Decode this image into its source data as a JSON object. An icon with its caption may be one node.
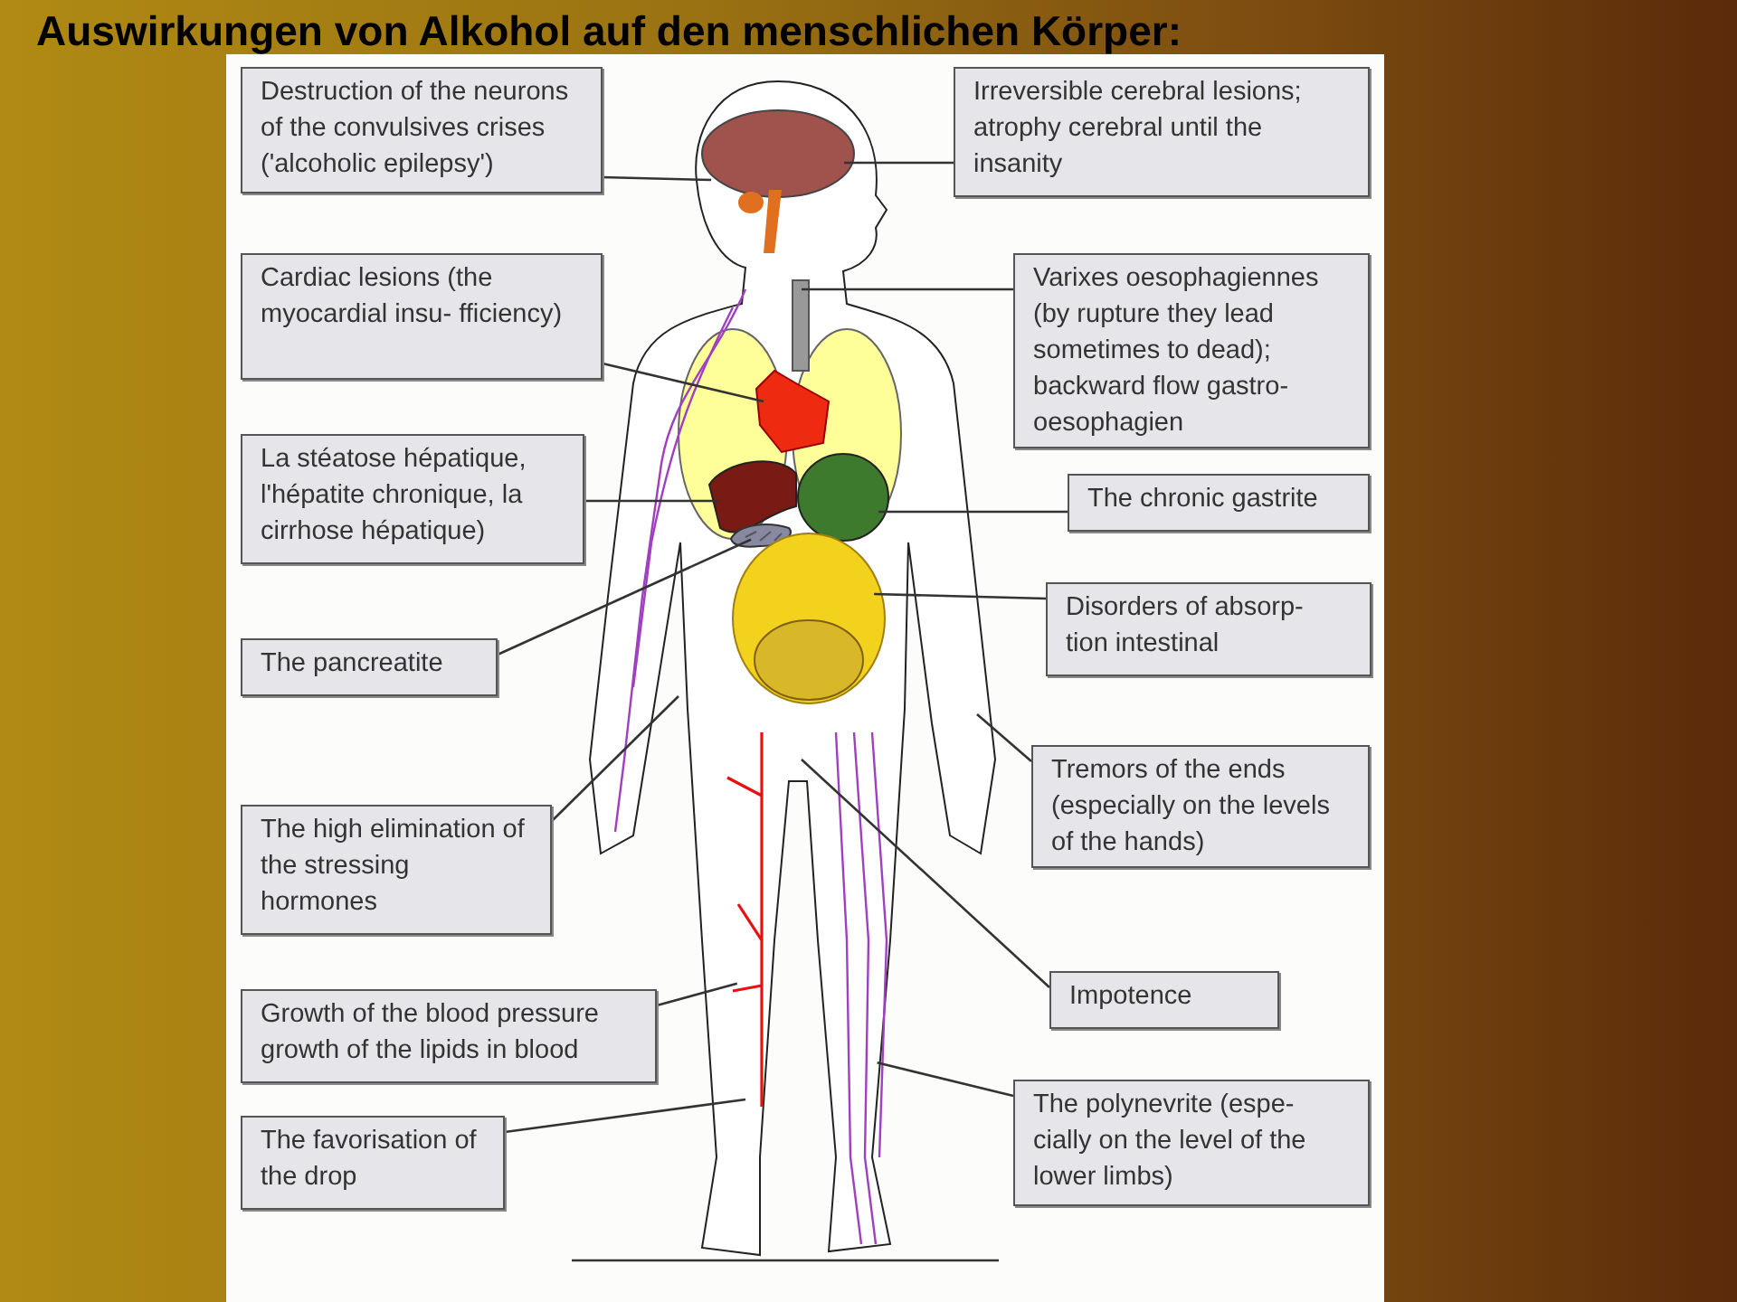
{
  "diagram": {
    "title": "Auswirkungen von Alkohol auf den menschlichen Körper:",
    "nodes": [
      {
        "text": [
          "Destruction of the neurons of the convulsives crises ('alcoholic epilepsy')"
        ]
      },
      {
        "text": [
          "Irreversible cerebral lesions; atrophy cerebral until the insanity"
        ]
      },
      {
        "text": [
          "Cardiac lesions (the myocardial insu- fficiency)"
        ]
      },
      {
        "text": [
          "Varixes oesophagiennes (by rupture they lead sometimes to dead); backward flow gastro-oesophagien"
        ]
      },
      {
        "text": [
          "La stéatose hépatique, l'hépatite chronique, la cirrhose hépatique)"
        ]
      },
      {
        "text": [
          "The chronic gastrite"
        ]
      },
      {
        "text": [
          "Disorders of absorp- tion intestinal"
        ]
      },
      {
        "text": [
          "The pancreatite"
        ]
      },
      {
        "text": [
          "Tremors of the ends (especially on the levels of the hands)"
        ]
      },
      {
        "text": [
          "The high elimination of the stressing hormones"
        ]
      },
      {
        "text": [
          "Impotence"
        ]
      },
      {
        "text": [
          "Growth of the blood pressure growth of the lipids in blood"
        ]
      },
      {
        "text": [
          "The polynevrite (espe- cially on the level of the lower limbs)"
        ]
      },
      {
        "text": [
          "The favorisation of the drop"
        ]
      },
      {
        "text": [],
        "shape": "picture"
      },
      {
        "text": [],
        "shape": "picture"
      },
      {
        "text": [],
        "shape": "picture"
      },
      {
        "text": [],
        "shape": "picture"
      },
      {
        "text": [],
        "shape": "picture"
      },
      {
        "text": [],
        "shape": "picture"
      },
      {
        "text": [],
        "shape": "picture"
      },
      {
        "text": [],
        "shape": "picture"
      },
      {
        "text": [],
        "shape": "picture"
      }
    ],
    "edges": [
      {
        "from": 0,
        "to": 14,
        "arrow": "none"
      },
      {
        "from": 1,
        "to": 14,
        "arrow": "none"
      },
      {
        "from": 2,
        "to": 15,
        "arrow": "none"
      },
      {
        "from": 3,
        "to": 16,
        "arrow": "none"
      },
      {
        "from": 4,
        "to": 17,
        "arrow": "none"
      },
      {
        "from": 5,
        "to": 18,
        "arrow": "none"
      },
      {
        "from": 6,
        "to": 20,
        "arrow": "none"
      },
      {
        "from": 7,
        "to": 19,
        "arrow": "none"
      },
      {
        "from": 8,
        "to": null,
        "arrow": "none"
      },
      {
        "from": 9,
        "to": null,
        "arrow": "none"
      },
      {
        "from": 10,
        "to": null,
        "arrow": "none"
      },
      {
        "from": 11,
        "to": 21,
        "arrow": "none"
      },
      {
        "from": 12,
        "to": 22,
        "arrow": "none"
      },
      {
        "from": 13,
        "to": 21,
        "arrow": "none"
      }
    ]
  }
}
